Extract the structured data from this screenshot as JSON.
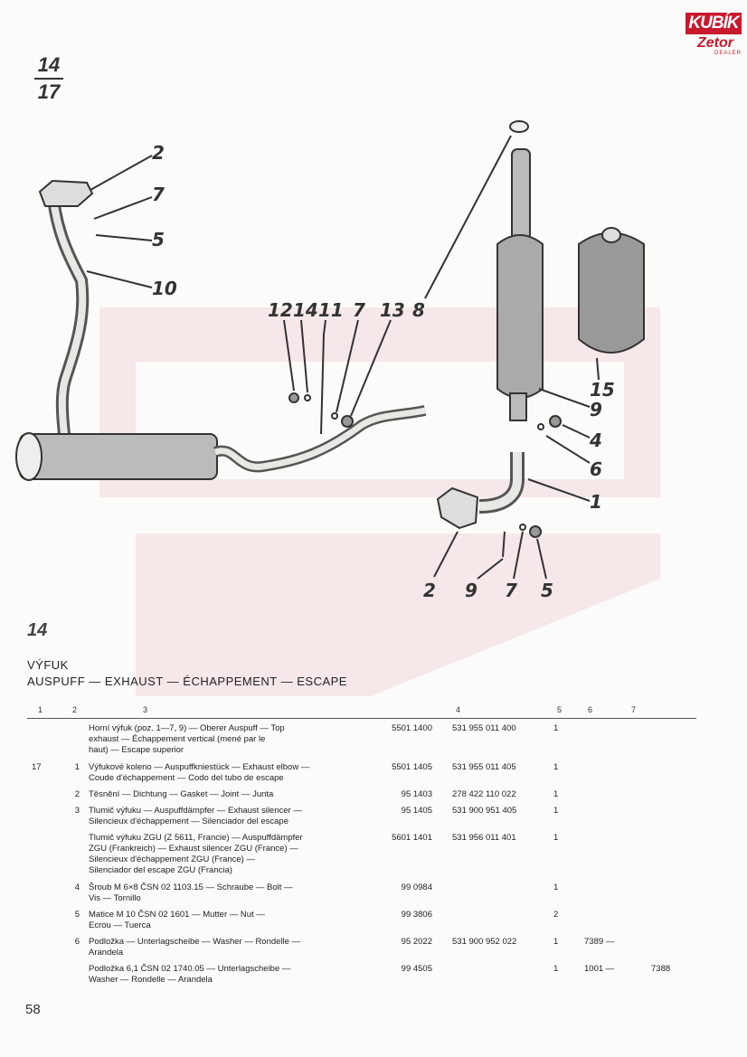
{
  "logo": {
    "brand": "KUBÍK",
    "sub": "Zetor",
    "dealer": "DEALER"
  },
  "page_tag": {
    "top": "14",
    "bottom": "17"
  },
  "diagram": {
    "labels": [
      "2",
      "7",
      "5",
      "10",
      "12",
      "14",
      "11",
      "7",
      "13",
      "8",
      "15",
      "9",
      "4",
      "6",
      "1",
      "2",
      "9",
      "7",
      "5"
    ]
  },
  "section": {
    "number": "14",
    "title_cz": "VÝFUK",
    "title_multi": "AUSPUFF — EXHAUST — ÉCHAPPEMENT — ESCAPE"
  },
  "table": {
    "columns": [
      "1",
      "2",
      "3",
      "4",
      "5",
      "6",
      "7"
    ],
    "rows": [
      {
        "c1": "",
        "c2": "",
        "desc": [
          "Horní výfuk (poz. 1—7, 9) — Oberer Auspuff — Top",
          "exhaust — Échappement vertical (mené par le",
          "haut) — Escape superior"
        ],
        "n1": "5501 1400",
        "n2": "531 955 011 400",
        "qty": "1",
        "c6": "",
        "c7": ""
      },
      {
        "c1": "17",
        "c2": "1",
        "desc": [
          "Výfukové koleno — Auspuffkniestück — Exhaust elbow —",
          "Coude d'échappement — Codo del tubo de escape"
        ],
        "n1": "5501 1405",
        "n2": "531 955 011 405",
        "qty": "1",
        "c6": "",
        "c7": ""
      },
      {
        "c1": "",
        "c2": "2",
        "desc": [
          "Těsnění — Dichtung — Gasket — Joint — Junta"
        ],
        "n1": "95 1403",
        "n2": "278 422 110 022",
        "qty": "1",
        "c6": "",
        "c7": ""
      },
      {
        "c1": "",
        "c2": "3",
        "desc": [
          "Tlumič výfuku — Auspuffdämpfer — Exhaust silencer —",
          "Silencieux d'échappement — Silenciador del escape"
        ],
        "n1": "95 1405",
        "n2": "531 900 951 405",
        "qty": "1",
        "c6": "",
        "c7": ""
      },
      {
        "c1": "",
        "c2": "",
        "desc": [
          "Tlumič výfuku ZGU (Z 5611, Francie) — Auspuffdämpfer",
          "ZGU (Frankreich) — Exhaust silencer ZGU (France) —",
          "Silencieux d'échappement ZGU (France) —",
          "Silenciador del escape ZGU (Francia)"
        ],
        "n1": "5601 1401",
        "n2": "531 956 011 401",
        "qty": "1",
        "c6": "",
        "c7": ""
      },
      {
        "c1": "",
        "c2": "4",
        "desc": [
          "Šroub M 6×8 ČSN 02 1103.15 — Schraube — Bolt —",
          "Vis — Tornillo"
        ],
        "n1": "99 0984",
        "n2": "",
        "qty": "1",
        "c6": "",
        "c7": ""
      },
      {
        "c1": "",
        "c2": "5",
        "desc": [
          "Matice M 10 ČSN 02 1601 — Mutter — Nut —",
          "Ecrou — Tuerca"
        ],
        "n1": "99 3806",
        "n2": "",
        "qty": "2",
        "c6": "",
        "c7": ""
      },
      {
        "c1": "",
        "c2": "6",
        "desc": [
          "Podložka — Unterlagscheibe — Washer — Rondelle —",
          "Arandela"
        ],
        "n1": "95 2022",
        "n2": "531 900 952 022",
        "qty": "1",
        "c6": "7389 —",
        "c7": ""
      },
      {
        "c1": "",
        "c2": "",
        "desc": [
          "Podložka 6,1 ČSN 02 1740.05 — Unterlagscheibe —",
          "Washer — Rondelle — Arandela"
        ],
        "n1": "99 4505",
        "n2": "",
        "qty": "1",
        "c6": "1001 —",
        "c7": "7388"
      }
    ]
  },
  "page_number": "58"
}
